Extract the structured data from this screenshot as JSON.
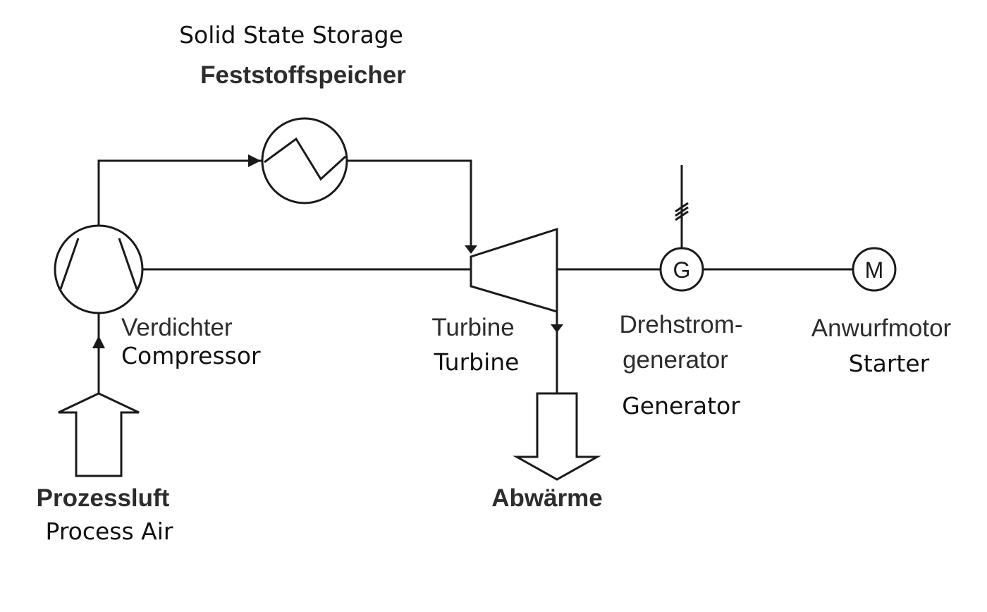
{
  "labels": {
    "storage_en": "Solid State Storage",
    "storage_de": "Feststoffspeicher",
    "compressor_de": "Verdichter",
    "compressor_en": "Compressor",
    "turbine_de": "Turbine",
    "turbine_en": "Turbine",
    "generator_de_line1": "Drehstrom-",
    "generator_de_line2": "generator",
    "generator_en": "Generator",
    "starter_de": "Anwurfmotor",
    "starter_en": "Starter",
    "process_air_de": "Prozessluft",
    "process_air_en": "Process Air",
    "waste_heat_de": "Abwärme"
  },
  "symbols": {
    "generator_letter": "G",
    "motor_letter": "M"
  }
}
